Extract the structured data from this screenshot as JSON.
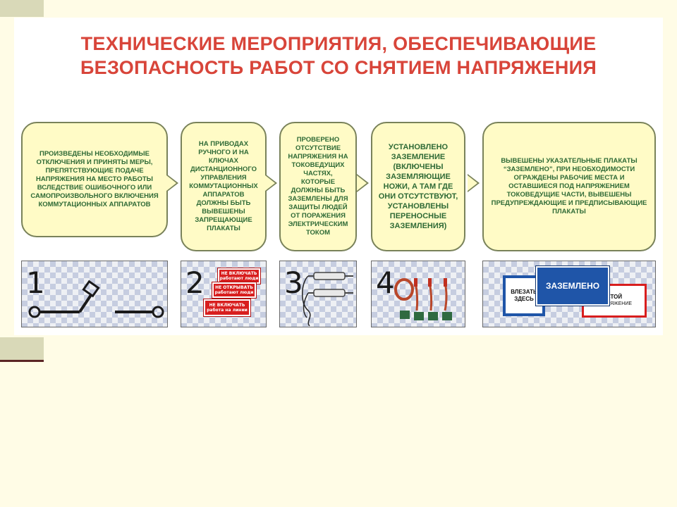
{
  "title": {
    "line1": "ТЕХНИЧЕСКИЕ МЕРОПРИЯТИЯ, ОБЕСПЕЧИВАЮЩИЕ",
    "line2": "БЕЗОПАСНОСТЬ РАБОТ СО СНЯТИЕМ НАПРЯЖЕНИЯ"
  },
  "steps": [
    {
      "text": "Произведены необходимые отключения и приняты меры, препятствующие подаче напряжения на место работы вследствие ошибочного или самопроизвольного включения коммутационных аппаратов"
    },
    {
      "text": "На приводах ручного и на ключах дистанционного управления коммутационных аппаратов должны быть вывешены запрещающие плакаты"
    },
    {
      "text": "Проверено отсутствие напряжения на токоведущих частях, которые должны быть заземлены для защиты людей от поражения электрическим током"
    },
    {
      "text": "Установлено заземление (включены заземляющие ножи, а там где они отсутствуют, установлены переносные заземления)"
    },
    {
      "text": "Вывешены указательные плакаты “Заземлено”, при необходимости ограждены рабочие места и оставшиеся под напряжением токоведущие части, вывешены предупреждающие и предписывающие плакаты"
    }
  ],
  "panels": [
    {
      "number": "1"
    },
    {
      "number": "2",
      "signs": [
        "НЕ ВКЛЮЧАТЬ работают люди",
        "НЕ ОТКРЫВАТЬ работают люди",
        "НЕ ВКЛЮЧАТЬ работа на линии"
      ]
    },
    {
      "number": "3"
    },
    {
      "number": "4"
    },
    {
      "plate_zazem": "ЗАЗЕМЛЕНО",
      "plate_vlez_1": "ВЛЕЗАТЬ",
      "plate_vlez_2": "ЗДЕСЬ",
      "plate_stoi_1": "СТОЙ",
      "plate_stoi_2": "НАПРЯЖЕНИЕ"
    }
  ],
  "colors": {
    "title": "#d8453a",
    "step_fill": "#fffbc6",
    "step_text": "#2e6a36",
    "slide_bg": "#fffce6",
    "sign_red": "#d81e1e",
    "plate_blue": "#1f55a8"
  }
}
